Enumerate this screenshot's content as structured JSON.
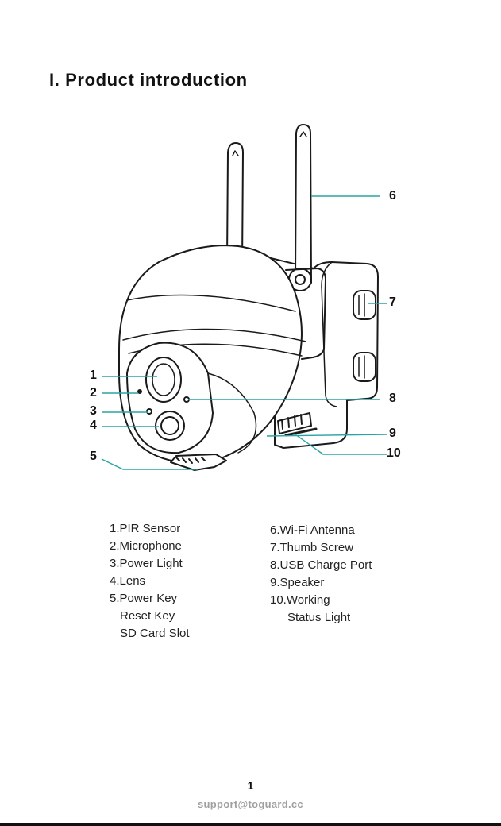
{
  "page": {
    "title": "I. Product introduction",
    "page_number": "1",
    "footer_email": "support@toguard.cc"
  },
  "callouts": [
    "1",
    "2",
    "3",
    "4",
    "5",
    "6",
    "7",
    "8",
    "9",
    "10"
  ],
  "legend": {
    "left": [
      "1.PIR Sensor",
      "2.Microphone",
      "3.Power Light",
      "4.Lens",
      "5.Power Key",
      "Reset Key",
      "SD Card Slot"
    ],
    "right": [
      "6.Wi-Fi Antenna",
      "7.Thumb Screw",
      "8.USB Charge Port",
      "9.Speaker",
      "10.Working",
      "Status Light"
    ]
  },
  "colors": {
    "callout_line": "#2aa3a3",
    "drawing": "#1a1a1a"
  }
}
